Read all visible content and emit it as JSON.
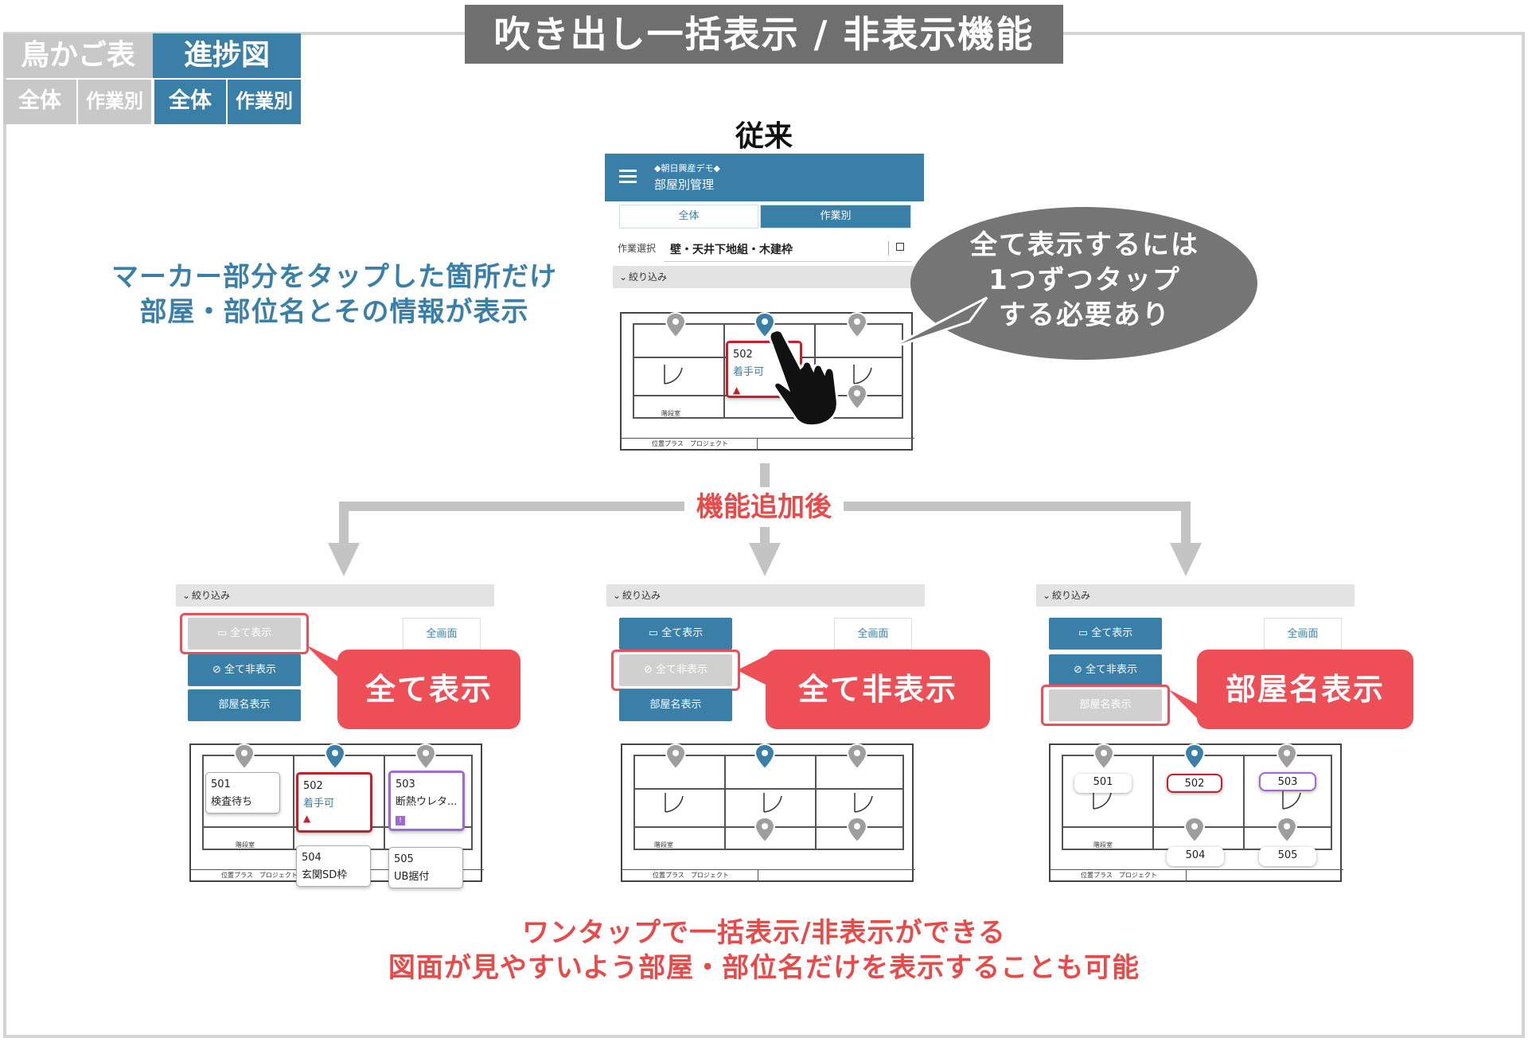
{
  "title": "吹き出し一括表示 / 非表示機能",
  "nav": {
    "tab_birdcage": "鳥かご表",
    "tab_progress": "進捗図",
    "sub_all_1": "全体",
    "sub_bywork_1": "作業別",
    "sub_all_2": "全体",
    "sub_bywork_2": "作業別"
  },
  "before": {
    "heading": "従来",
    "app_company": "◆朝日興産デモ◆",
    "app_title": "部屋別管理",
    "seg_all": "全体",
    "seg_bywork": "作業別",
    "select_label": "作業選択",
    "select_value": "壁・天井下地組・木建枠",
    "filter_label": "絞り込み",
    "popup_room": "502",
    "popup_status": "着手可",
    "plan_room_label": "階段室",
    "plan_footer": "位置プラス　プロジェクト",
    "bubble_line1": "全て表示するには",
    "bubble_line2": "1つずつタップ",
    "bubble_line3": "する必要あり"
  },
  "left_note_line1": "マーカー部分をタップした箇所だけ",
  "left_note_line2": "部屋・部位名とその情報が表示",
  "after_label": "機能追加後",
  "panels": {
    "filter_label": "絞り込み",
    "btn_show_all": "全て表示",
    "btn_hide_all": "全て非表示",
    "btn_room_names": "部屋名表示",
    "btn_fullscreen": "全画面",
    "plan_room_label": "階段室",
    "plan_footer": "位置プラス　プロジェクト"
  },
  "callouts": {
    "show_all": "全て表示",
    "hide_all": "全て非表示",
    "room_names": "部屋名表示"
  },
  "popups": [
    {
      "room": "501",
      "status": "検査待ち"
    },
    {
      "room": "502",
      "status": "着手可"
    },
    {
      "room": "503",
      "status": "断熱ウレタ..."
    },
    {
      "room": "504",
      "status": "玄関SD枠"
    },
    {
      "room": "505",
      "status": "UB据付"
    }
  ],
  "chips": [
    "501",
    "502",
    "503",
    "504",
    "505"
  ],
  "bottom_line1": "ワンタップで一括表示/非表示ができる",
  "bottom_line2": "図面が見やすいよう部屋・部位名だけを表示することも可能",
  "colors": {
    "brand_blue": "#3a7fa8",
    "accent_red": "#ee4e55",
    "gray": "#6f6f6f"
  },
  "icons": [
    "hamburger-icon",
    "copy-icon",
    "chevron-down-icon",
    "map-pin-icon",
    "warning-icon",
    "chat-bubble-icon",
    "chat-bubble-off-icon",
    "hand-pointer-icon"
  ]
}
